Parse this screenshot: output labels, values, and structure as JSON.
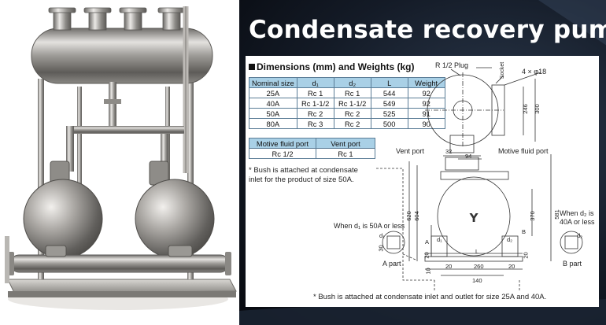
{
  "headline": "Condensate recovery pump",
  "section_title": "Dimensions (mm) and Weights (kg)",
  "dimension_table": {
    "headers": [
      "Nominal size",
      "d₁",
      "d₂",
      "L",
      "Weight"
    ],
    "rows": [
      [
        "25A",
        "Rc 1",
        "Rc 1",
        "544",
        "92"
      ],
      [
        "40A",
        "Rc 1-1/2",
        "Rc 1-1/2",
        "549",
        "92"
      ],
      [
        "50A",
        "Rc 2",
        "Rc 2",
        "525",
        "91"
      ],
      [
        "80A",
        "Rc 3",
        "Rc 2",
        "500",
        "90"
      ]
    ]
  },
  "port_table": {
    "headers": [
      "Motive fluid port",
      "Vent port"
    ],
    "row": [
      "Rc 1/2",
      "Rc 1"
    ]
  },
  "notes": {
    "bush_50a_line1": "* Bush is attached at condensate",
    "bush_50a_line2": "inlet for the product of size 50A.",
    "bush_25a_40a": "* Bush is attached at condensate inlet and outlet for size 25A and 40A."
  },
  "drawing": {
    "plug": "R 1/2 Plug",
    "socket": "Socket",
    "holes": "4 × φ18",
    "vent_port": "Vent port",
    "motive_port": "Motive fluid port",
    "d1_note_line1": "When d₁ is 50A or less",
    "d2_note_line1": "When d₂ is",
    "d2_note_line2": "40A or less",
    "a_part": "A part",
    "b_part": "B part",
    "d1": "d₁",
    "d2": "d₂",
    "a": "A",
    "b": "B",
    "l": "L",
    "dims": {
      "d246": "246",
      "d300": "300",
      "d32": "32",
      "d94": "94",
      "d620": "620",
      "d604": "604",
      "d581": "581",
      "d370": "370",
      "d20a": "20",
      "d20b": "20",
      "d20c": "20",
      "d20d": "20",
      "d30": "30",
      "d260": "260",
      "d10": "10",
      "d140": "140"
    }
  },
  "colors": {
    "table_header": "#a9d0e6",
    "table_border": "#5a7c96",
    "headline": "#ffffff",
    "dark_background": "#141b27"
  }
}
